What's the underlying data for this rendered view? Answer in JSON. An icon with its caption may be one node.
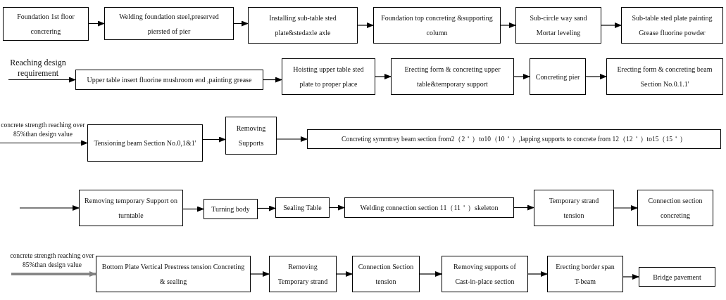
{
  "diagram": {
    "nodes": [
      {
        "text": [
          "Foundation 1st floor concrering"
        ]
      },
      {
        "text": [
          "Welding foundation steel,preserved piersted of pier"
        ]
      },
      {
        "text": [
          "Installing sub-table sted plate&stedaxle axle"
        ]
      },
      {
        "text": [
          "Foundation top concreting &supporting column"
        ]
      },
      {
        "text": [
          "Sub-circle way sand Mortar leveling"
        ]
      },
      {
        "text": [
          "Sub-table sted plate painting Grease fluorine powder"
        ]
      },
      {
        "text": [
          "Upper table insert fluorine mushroom end ,painting grease"
        ]
      },
      {
        "text": [
          "Hoisting upper table sted plate to proper place"
        ]
      },
      {
        "text": [
          "Erecting form & concreting upper table&temporary support"
        ]
      },
      {
        "text": [
          "Concreting pier"
        ]
      },
      {
        "text": [
          "Erecting form & concreting beam Section No.0.1.1'"
        ]
      },
      {
        "text": [
          "Tensioning beam Section No.0,1&1'"
        ]
      },
      {
        "text": [
          "Removing Supports"
        ]
      },
      {
        "text": [
          "Concreting symmtrey beam section from2（2＇）to10（10＇）,lapping supports to concrete from 12（12＇）to15（15＇）"
        ]
      },
      {
        "text": [
          "Removing temporary Support on turntable"
        ]
      },
      {
        "text": [
          "Turning body"
        ]
      },
      {
        "text": [
          "Sealing Table"
        ]
      },
      {
        "text": [
          "Welding connection section 11（11＇）skeleton"
        ]
      },
      {
        "text": [
          "Temporary strand tension"
        ]
      },
      {
        "text": [
          "Connection section concreting"
        ]
      },
      {
        "text": [
          "Bottom Plate Vertical Prestress tension Concreting & sealing"
        ]
      },
      {
        "text": [
          "Removing Temporary strand"
        ]
      },
      {
        "text": [
          "Connection Section tension"
        ]
      },
      {
        "text": [
          "Removing supports of Cast-in-place section"
        ]
      },
      {
        "text": [
          "Erecting border span T-beam"
        ]
      },
      {
        "text": [
          "Bridge pavement"
        ]
      }
    ],
    "edges": [
      {
        "from": 0,
        "to": 1,
        "arrow": "to"
      },
      {
        "from": 1,
        "to": 2,
        "arrow": "to"
      },
      {
        "from": 2,
        "to": 3,
        "arrow": "to"
      },
      {
        "from": 3,
        "to": 4,
        "arrow": "to"
      },
      {
        "from": 4,
        "to": 5,
        "arrow": "to"
      },
      {
        "from": null,
        "to": 6,
        "arrow": "to",
        "label": "Reaching design requirement"
      },
      {
        "from": 6,
        "to": 7,
        "arrow": "to"
      },
      {
        "from": 7,
        "to": 8,
        "arrow": "to"
      },
      {
        "from": 8,
        "to": 9,
        "arrow": "to"
      },
      {
        "from": 9,
        "to": 10,
        "arrow": "to"
      },
      {
        "from": null,
        "to": 11,
        "arrow": "to",
        "label": "concrete strength reaching over 85%than design value"
      },
      {
        "from": 11,
        "to": 12,
        "arrow": "to"
      },
      {
        "from": 12,
        "to": 13,
        "arrow": "to"
      },
      {
        "from": null,
        "to": 14,
        "arrow": "to"
      },
      {
        "from": 14,
        "to": 15,
        "arrow": "to"
      },
      {
        "from": 15,
        "to": 16,
        "arrow": "to"
      },
      {
        "from": 16,
        "to": 17,
        "arrow": "to"
      },
      {
        "from": 17,
        "to": 18,
        "arrow": "to"
      },
      {
        "from": 18,
        "to": 19,
        "arrow": "to"
      },
      {
        "from": null,
        "to": 20,
        "arrow": "to",
        "label": "concrete strength reaching over 85%than design value",
        "style": "thick",
        "color": "#808080"
      },
      {
        "from": 20,
        "to": 21,
        "arrow": "to"
      },
      {
        "from": 21,
        "to": 22,
        "arrow": "to"
      },
      {
        "from": 22,
        "to": 23,
        "arrow": "to"
      },
      {
        "from": 23,
        "to": 24,
        "arrow": "to"
      },
      {
        "from": 24,
        "to": 25,
        "arrow": "to"
      }
    ]
  }
}
